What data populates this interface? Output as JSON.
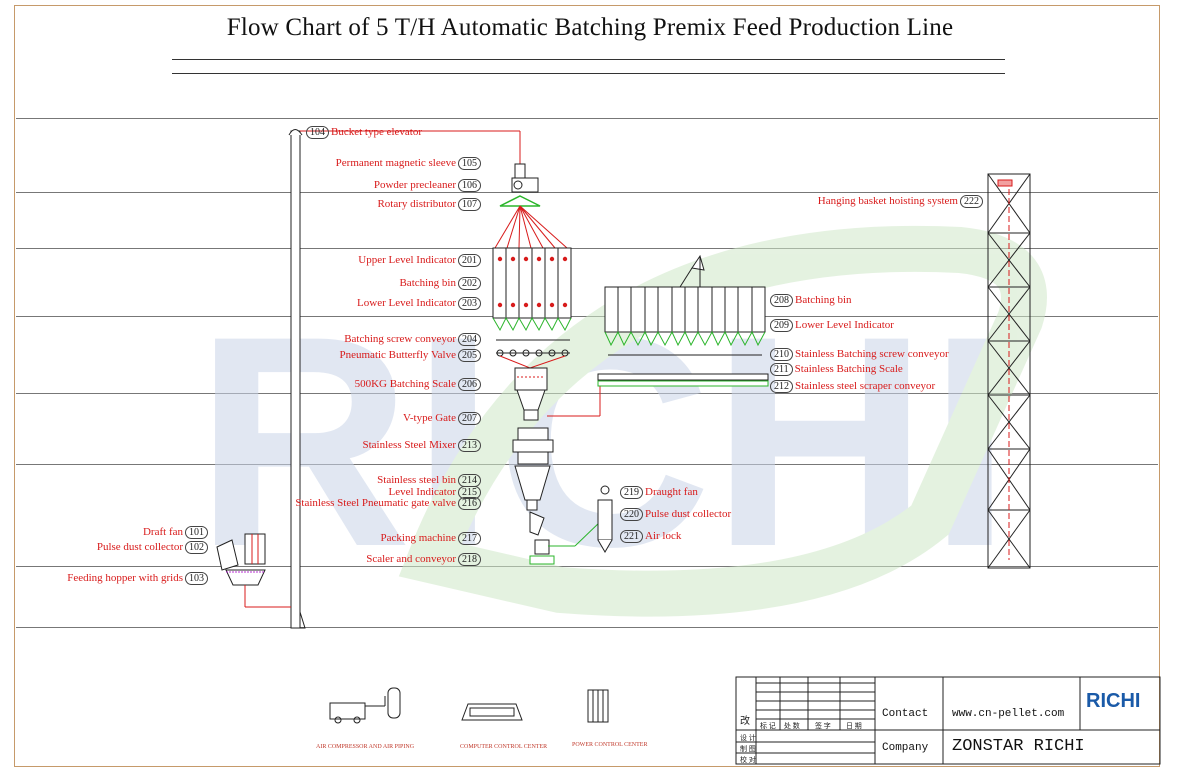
{
  "title": "Flow Chart of 5 T/H Automatic Batching Premix Feed Production Line",
  "watermark": "RICHI",
  "colors": {
    "label": "#d81b1b",
    "line": "#d81b1b",
    "pipe_green": "#2bb52b",
    "frame": "#c69a6a",
    "watermark_blue": "#c9d4e8",
    "watermark_green": "#cfe8c8"
  },
  "components": [
    {
      "num": "104",
      "label": "Bucket type elevator"
    },
    {
      "num": "105",
      "label": "Permanent magnetic sleeve"
    },
    {
      "num": "106",
      "label": "Powder precleaner"
    },
    {
      "num": "107",
      "label": "Rotary distributor"
    },
    {
      "num": "201",
      "label": "Upper Level Indicator"
    },
    {
      "num": "202",
      "label": "Batching bin"
    },
    {
      "num": "203",
      "label": "Lower Level Indicator"
    },
    {
      "num": "204",
      "label": "Batching screw conveyor"
    },
    {
      "num": "205",
      "label": "Pneumatic Butterfly Valve"
    },
    {
      "num": "206",
      "label": "500KG Batching Scale"
    },
    {
      "num": "207",
      "label": "V-type Gate"
    },
    {
      "num": "213",
      "label": "Stainless Steel Mixer"
    },
    {
      "num": "214",
      "label": "Stainless steel bin"
    },
    {
      "num": "215",
      "label": "Level Indicator"
    },
    {
      "num": "216",
      "label": "Stainless Steel Pneumatic gate valve"
    },
    {
      "num": "217",
      "label": "Packing machine"
    },
    {
      "num": "218",
      "label": "Scaler and conveyor"
    },
    {
      "num": "208",
      "label": "Batching bin"
    },
    {
      "num": "209",
      "label": "Lower Level Indicator"
    },
    {
      "num": "210",
      "label": "Stainless Batching screw conveyor"
    },
    {
      "num": "211",
      "label": "Stainless Batching Scale"
    },
    {
      "num": "212",
      "label": "Stainless steel scraper conveyor"
    },
    {
      "num": "219",
      "label": "Draught fan"
    },
    {
      "num": "220",
      "label": "Pulse dust collector"
    },
    {
      "num": "221",
      "label": "Air lock"
    },
    {
      "num": "222",
      "label": "Hanging basket hoisting system"
    },
    {
      "num": "101",
      "label": "Draft fan"
    },
    {
      "num": "102",
      "label": "Pulse dust collector"
    },
    {
      "num": "103",
      "label": "Feeding hopper with grids"
    }
  ],
  "equipment_captions": [
    "AIR COMPRESSOR AND AIR PIPING",
    "COMPUTER CONTROL CENTER",
    "POWER CONTROL CENTER"
  ],
  "title_block": {
    "contact_label": "Contact",
    "contact_value": "www.cn-pellet.com",
    "company_label": "Company",
    "company_value": "ZONSTAR RICHI",
    "logo": "RICHI",
    "rev_mark": "改",
    "row_headers": [
      "标 记",
      "处 数",
      "签 字",
      "日 期"
    ],
    "side_rows": [
      "设 计",
      "制 图",
      "校 对"
    ]
  }
}
